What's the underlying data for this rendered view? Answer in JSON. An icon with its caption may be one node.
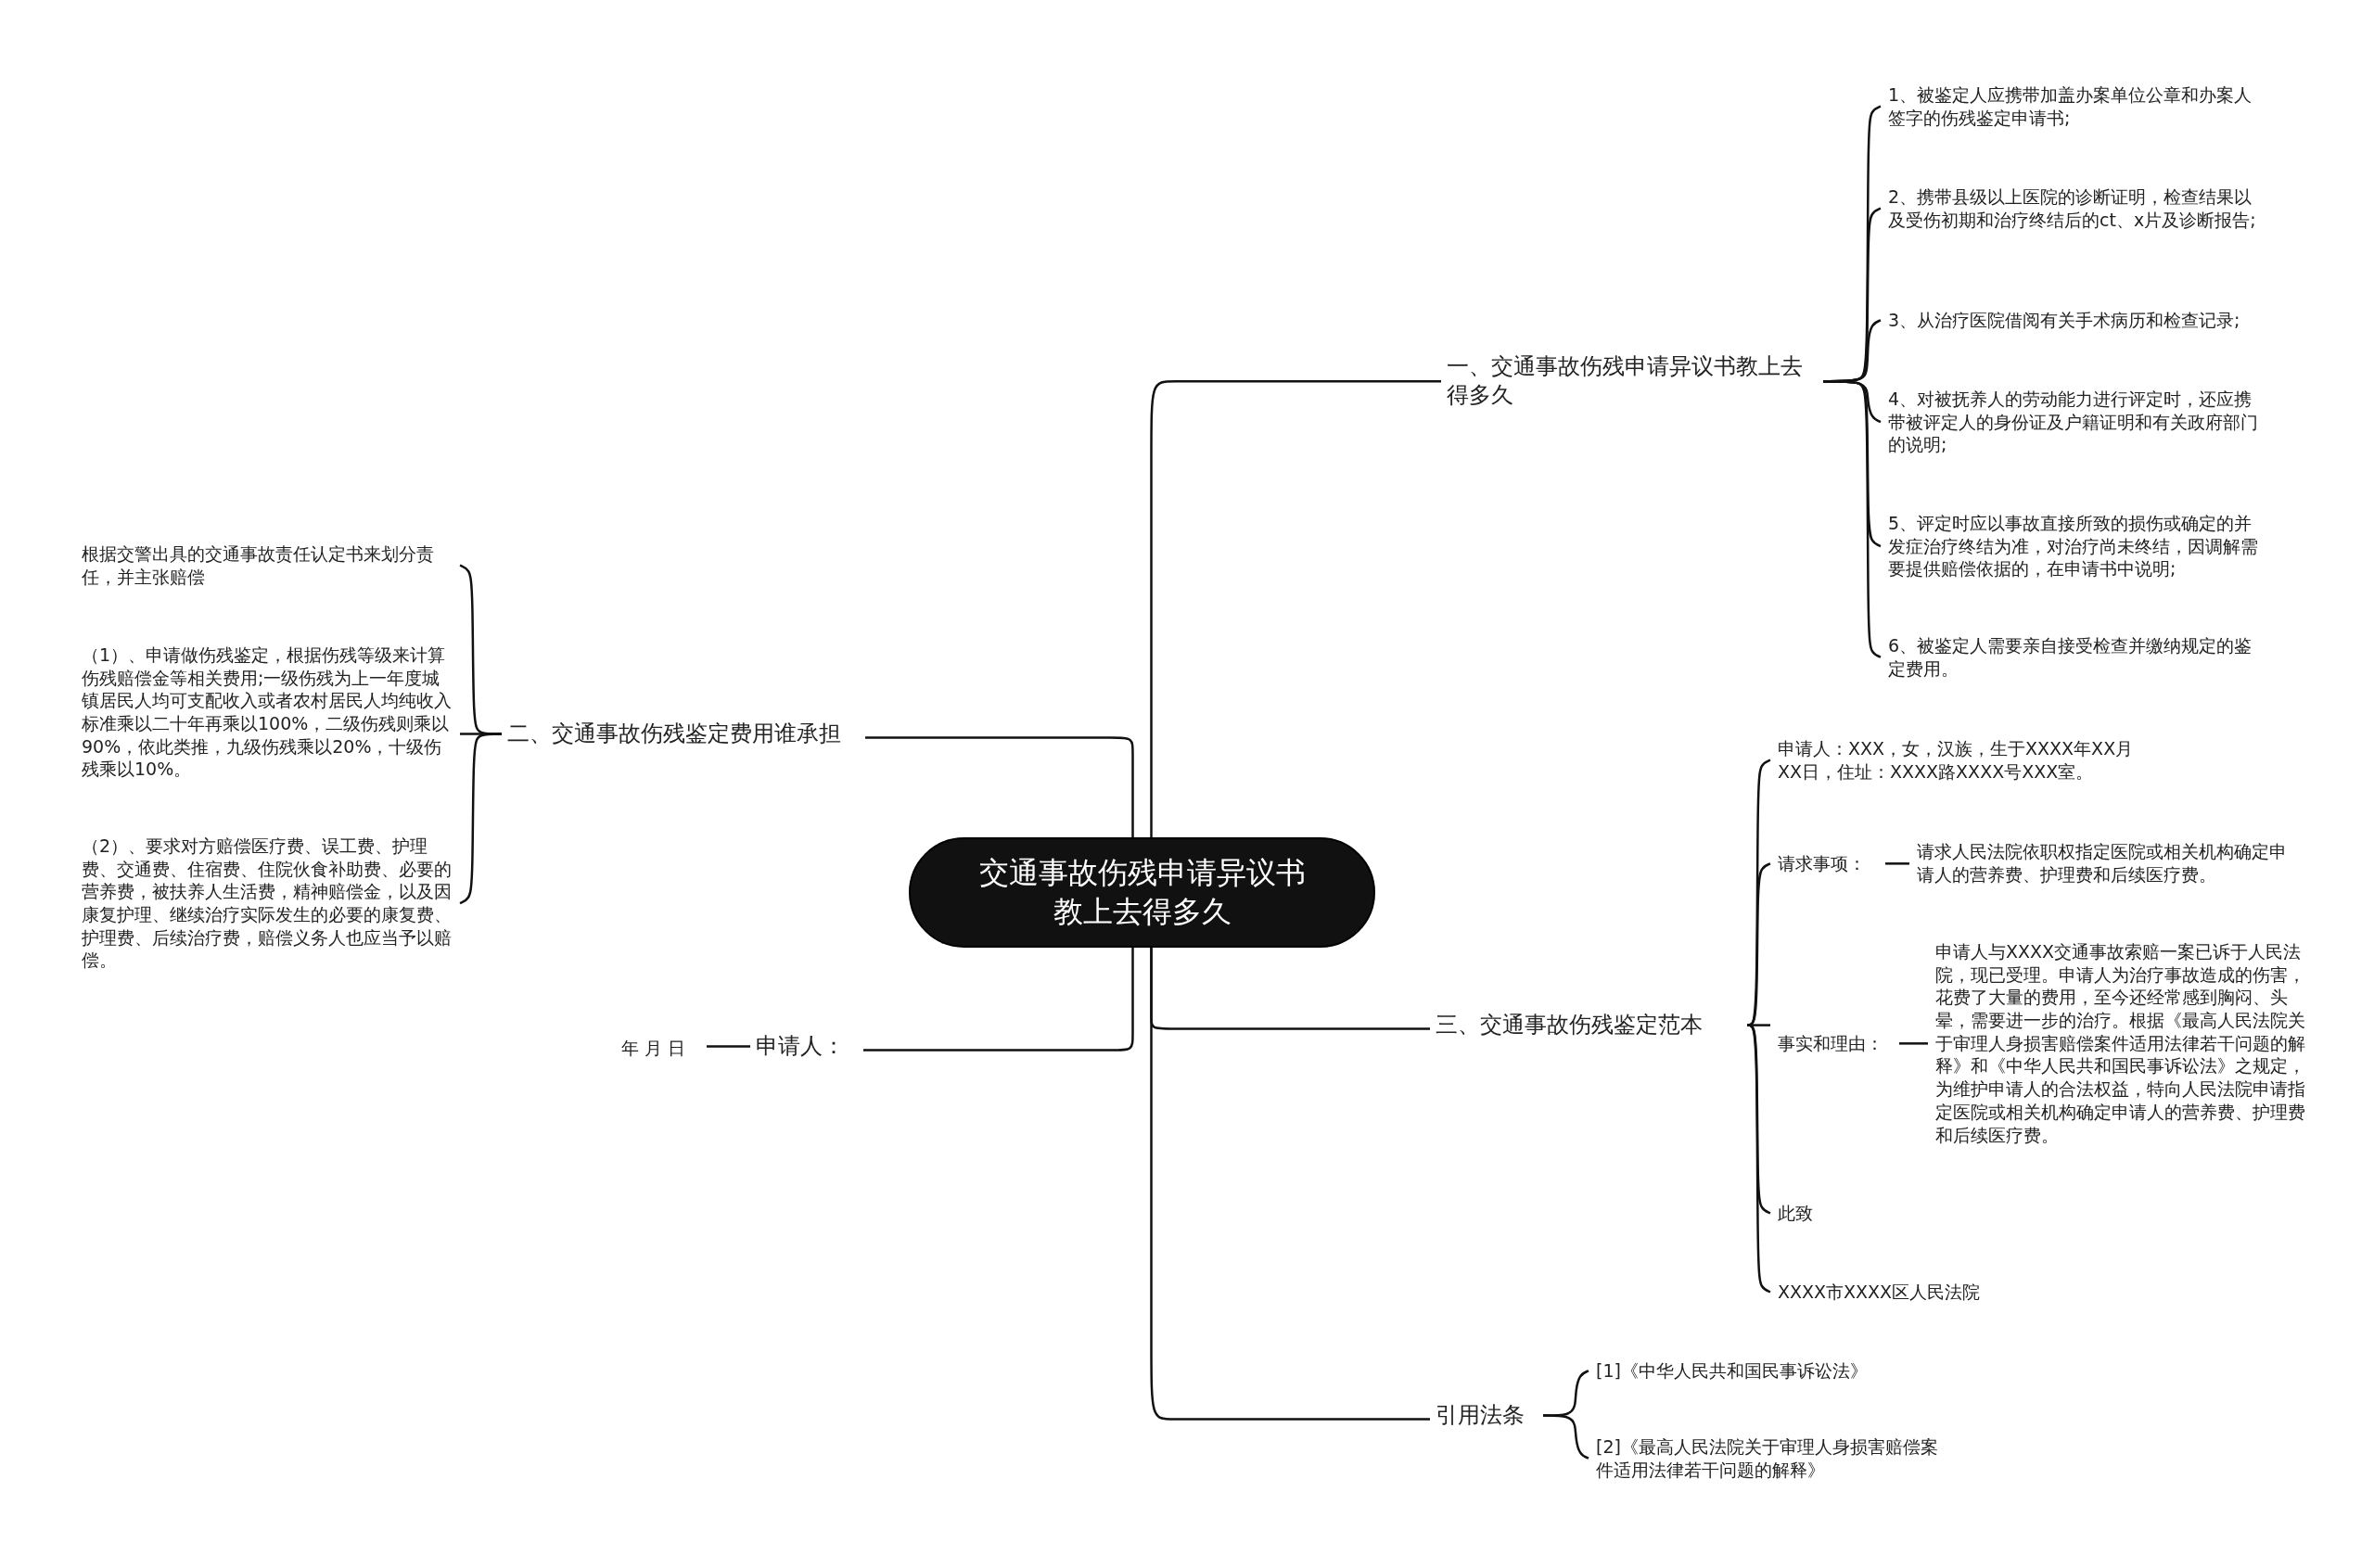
{
  "diagram": {
    "nodes": [
      {
        "text": [
          "交通事故伤残申请异议书教上去得多久"
        ]
      },
      {
        "text": [
          "一、交通事故伤残申请异议书教上去得多久"
        ]
      },
      {
        "text": [
          "1、被鉴定人应携带加盖办案单位公章和办案人签字的伤残鉴定申请书;"
        ]
      },
      {
        "text": [
          "2、携带县级以上医院的诊断证明，检查结果以及受伤初期和治疗终结后的ct、x片及诊断报告;"
        ]
      },
      {
        "text": [
          "3、从治疗医院借阅有关手术病历和检查记录;"
        ]
      },
      {
        "text": [
          "4、对被抚养人的劳动能力进行评定时，还应携带被评定人的身份证及户籍证明和有关政府部门的说明;"
        ]
      },
      {
        "text": [
          "5、评定时应以事故直接所致的损伤或确定的并发症治疗终结为准，对治疗尚未终结，因调解需要提供赔偿依据的，在申请书中说明;"
        ]
      },
      {
        "text": [
          "6、被鉴定人需要亲自接受检查并缴纳规定的鉴定费用。"
        ]
      },
      {
        "text": [
          "二、交通事故伤残鉴定费用谁承担"
        ]
      },
      {
        "text": [
          "根据交警出具的交通事故责任认定书来划分责任，并主张赔偿"
        ]
      },
      {
        "text": [
          "（1）、申请做伤残鉴定，根据伤残等级来计算伤残赔偿金等相关费用;一级伤残为上一年度城镇居民人均可支配收入或者农村居民人均纯收入标准乘以二十年再乘以100%，二级伤残则乘以90%，依此类推，九级伤残乘以20%，十级伤残乘以10%。"
        ]
      },
      {
        "text": [
          "（2）、要求对方赔偿医疗费、误工费、护理费、交通费、住宿费、住院伙食补助费、必要的营养费，被扶养人生活费，精神赔偿金，以及因康复护理、继续治疗实际发生的必要的康复费、护理费、后续治疗费，赔偿义务人也应当予以赔偿。"
        ]
      },
      {
        "text": [
          "申请人："
        ]
      },
      {
        "text": [
          "年 月 日"
        ]
      },
      {
        "text": [
          "三、交通事故伤残鉴定范本"
        ]
      },
      {
        "text": [
          "申请人：XXX，女，汉族，生于XXXX年XX月XX日，住址：XXXX路XXXX号XXX室。"
        ]
      },
      {
        "text": [
          "请求事项："
        ]
      },
      {
        "text": [
          "请求人民法院依职权指定医院或相关机构确定申请人的营养费、护理费和后续医疗费。"
        ]
      },
      {
        "text": [
          "事实和理由："
        ]
      },
      {
        "text": [
          "申请人与XXXX交通事故索赔一案已诉于人民法院，现已受理。申请人为治疗事故造成的伤害，花费了大量的费用，至今还经常感到胸闷、头晕，需要进一步的治疗。根据《最高人民法院关于审理人身损害赔偿案件适用法律若干问题的解释》和《中华人民共和国民事诉讼法》之规定，为维护申请人的合法权益，特向人民法院申请指定医院或相关机构确定申请人的营养费、护理费和后续医疗费。"
        ]
      },
      {
        "text": [
          "此致"
        ]
      },
      {
        "text": [
          "XXXX市XXXX区人民法院"
        ]
      },
      {
        "text": [
          "引用法条"
        ]
      },
      {
        "text": [
          "[1]《中华人民共和国民事诉讼法》"
        ]
      },
      {
        "text": [
          "[2]《最高人民法院关于审理人身损害赔偿案件适用法律若干问题的解释》"
        ]
      }
    ],
    "edges": [
      {
        "from": 0,
        "to": 1,
        "arrow": "none"
      },
      {
        "from": 1,
        "to": 2,
        "arrow": "none"
      },
      {
        "from": 1,
        "to": 3,
        "arrow": "none"
      },
      {
        "from": 1,
        "to": 4,
        "arrow": "none"
      },
      {
        "from": 1,
        "to": 5,
        "arrow": "none"
      },
      {
        "from": 1,
        "to": 6,
        "arrow": "none"
      },
      {
        "from": 1,
        "to": 7,
        "arrow": "none"
      },
      {
        "from": 0,
        "to": 8,
        "arrow": "none"
      },
      {
        "from": 8,
        "to": 9,
        "arrow": "none"
      },
      {
        "from": 8,
        "to": 10,
        "arrow": "none"
      },
      {
        "from": 8,
        "to": 11,
        "arrow": "none"
      },
      {
        "from": 0,
        "to": 12,
        "arrow": "none"
      },
      {
        "from": 12,
        "to": 13,
        "arrow": "none"
      },
      {
        "from": 0,
        "to": 14,
        "arrow": "none"
      },
      {
        "from": 14,
        "to": 15,
        "arrow": "none"
      },
      {
        "from": 14,
        "to": 16,
        "arrow": "none"
      },
      {
        "from": 16,
        "to": 17,
        "arrow": "none"
      },
      {
        "from": 14,
        "to": 18,
        "arrow": "none"
      },
      {
        "from": 18,
        "to": 19,
        "arrow": "none"
      },
      {
        "from": 14,
        "to": 20,
        "arrow": "none"
      },
      {
        "from": 14,
        "to": 21,
        "arrow": "none"
      },
      {
        "from": 0,
        "to": 22,
        "arrow": "none"
      },
      {
        "from": 22,
        "to": 23,
        "arrow": "none"
      },
      {
        "from": 22,
        "to": 24,
        "arrow": "none"
      }
    ]
  }
}
